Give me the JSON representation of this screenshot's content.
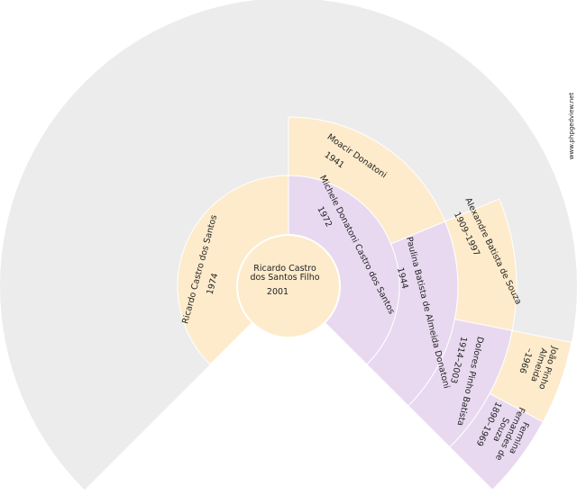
{
  "watermark": "www.phpgedview.net",
  "colors": {
    "background_ring": "#ececec",
    "male": "#fdebcb",
    "female": "#e8d9f1",
    "border": "#ffffff"
  },
  "people": [
    {
      "id": "root",
      "gen": 0,
      "sex": "male",
      "lines": [
        "Ricardo Castro",
        "dos Santos Filho",
        "2001"
      ]
    },
    {
      "id": "father",
      "gen": 1,
      "sex": "male",
      "lines": [
        "Ricardo Castro dos Santos",
        "1974"
      ]
    },
    {
      "id": "mother",
      "gen": 1,
      "sex": "female",
      "lines": [
        "Michele Donatoni Castro dos Santos",
        "1972"
      ]
    },
    {
      "id": "maternal-grandfather",
      "gen": 2,
      "sex": "male",
      "lines": [
        "Moacir Donatoni",
        "1941"
      ]
    },
    {
      "id": "maternal-grandmother",
      "gen": 2,
      "sex": "female",
      "lines": [
        "Paulina Batista de Almeida Donatoni",
        "1944"
      ]
    },
    {
      "id": "great-grandfather",
      "gen": 3,
      "sex": "male",
      "lines": [
        "Alexandre Batista de Souza",
        "1909–1997"
      ]
    },
    {
      "id": "great-grandmother",
      "gen": 3,
      "sex": "female",
      "lines": [
        "Dolores Pinho Batista",
        "1914–2003"
      ]
    },
    {
      "id": "2x-great-grandfather",
      "gen": 4,
      "sex": "male",
      "lines": [
        "João Pinho",
        "Almeida",
        "–1966"
      ]
    },
    {
      "id": "2x-great-grandmother",
      "gen": 4,
      "sex": "female",
      "lines": [
        "Fermina",
        "Fernandes de",
        "Souza",
        "1890–1969"
      ]
    }
  ]
}
